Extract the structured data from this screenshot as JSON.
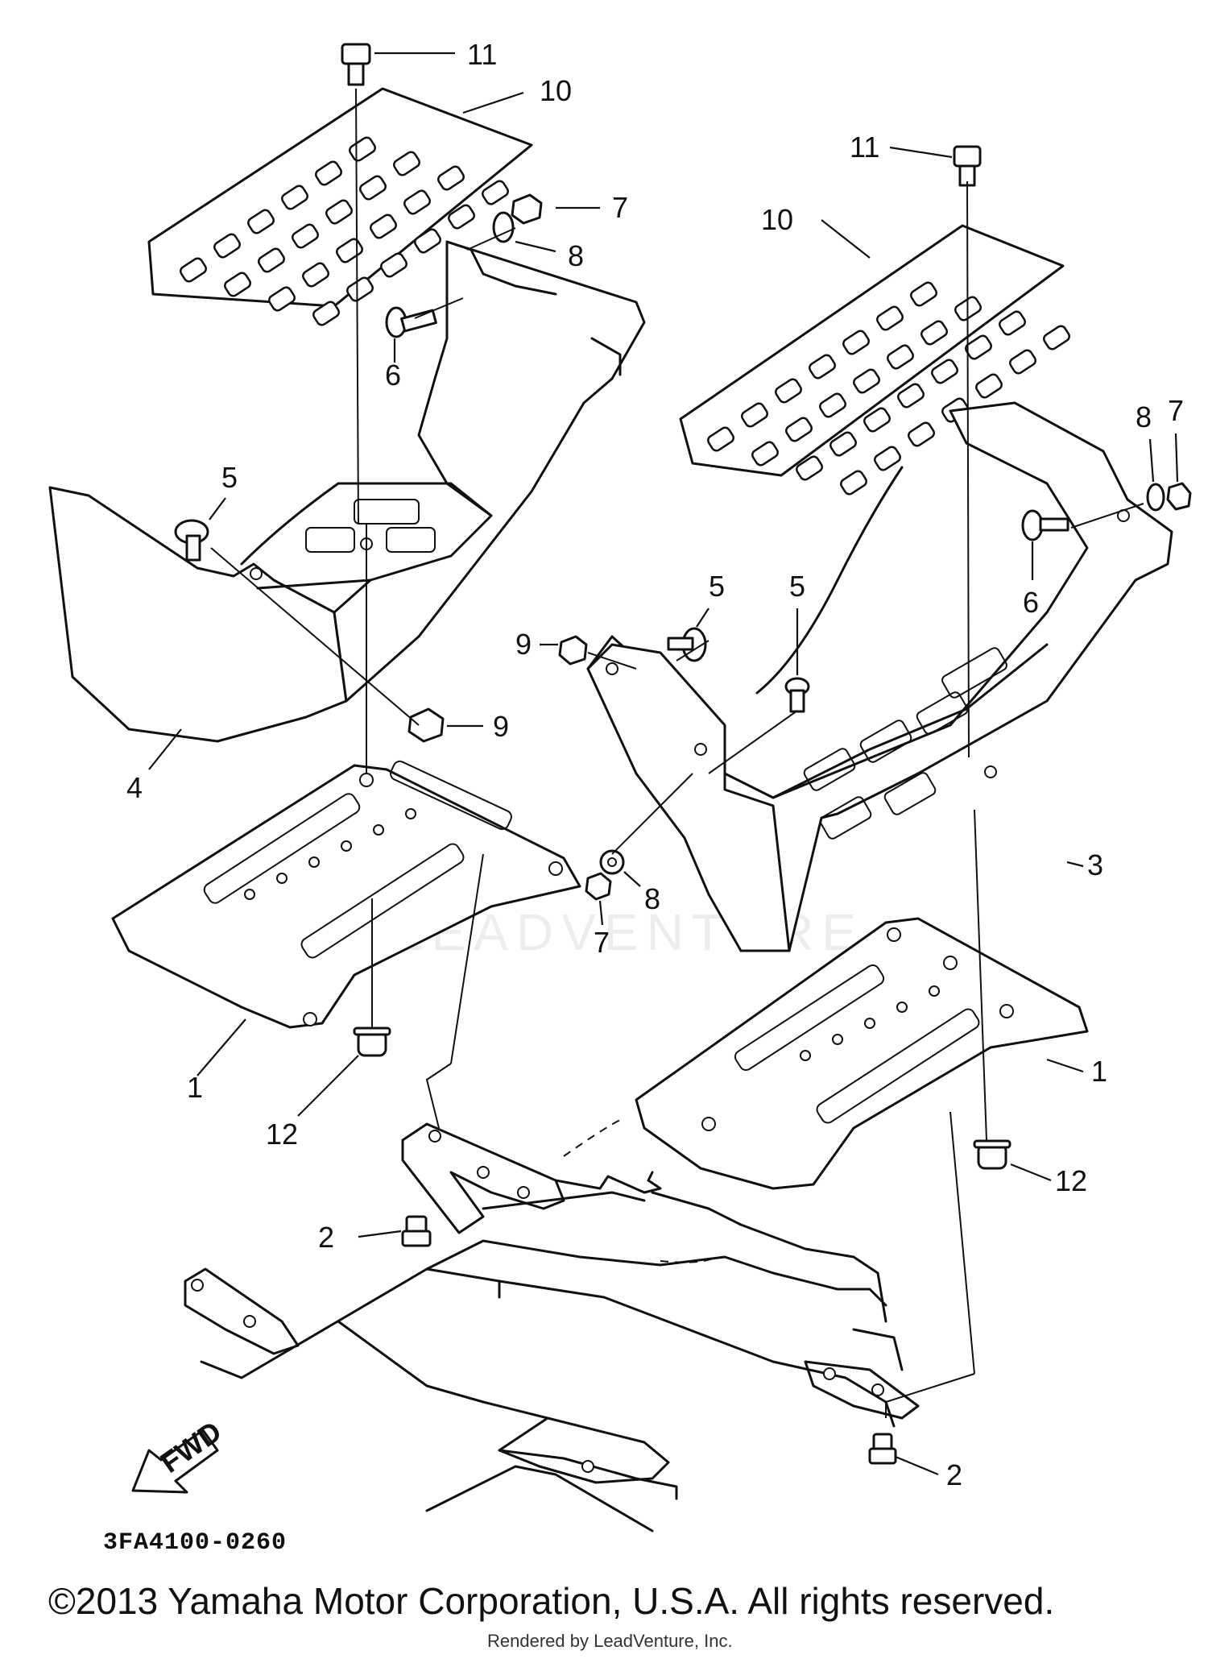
{
  "diagram": {
    "callouts": [
      {
        "label": "11",
        "part": "bolt-top-left"
      },
      {
        "label": "10",
        "part": "footrest-pad-left"
      },
      {
        "label": "7",
        "part": "nut-upper-left"
      },
      {
        "label": "8",
        "part": "washer-upper-left"
      },
      {
        "label": "6",
        "part": "bolt-left-guard"
      },
      {
        "label": "5",
        "part": "bolt-left-guard-front"
      },
      {
        "label": "9",
        "part": "nut-left-guard"
      },
      {
        "label": "4",
        "part": "footrest-guard-left"
      },
      {
        "label": "1",
        "part": "footrest-bracket-left"
      },
      {
        "label": "12",
        "part": "grommet-left"
      },
      {
        "label": "2",
        "part": "bolt-left-frame"
      },
      {
        "label": "11",
        "part": "bolt-top-right"
      },
      {
        "label": "10",
        "part": "footrest-pad-right"
      },
      {
        "label": "8",
        "part": "washer-upper-right"
      },
      {
        "label": "7",
        "part": "nut-upper-right"
      },
      {
        "label": "6",
        "part": "bolt-right-guard"
      },
      {
        "label": "5",
        "part": "bolt-right-guard-a"
      },
      {
        "label": "5",
        "part": "bolt-right-guard-b"
      },
      {
        "label": "9",
        "part": "nut-right-guard"
      },
      {
        "label": "8",
        "part": "washer-lower-right"
      },
      {
        "label": "7",
        "part": "nut-lower-right"
      },
      {
        "label": "3",
        "part": "footrest-guard-right"
      },
      {
        "label": "1",
        "part": "footrest-bracket-right"
      },
      {
        "label": "12",
        "part": "grommet-right"
      },
      {
        "label": "2",
        "part": "bolt-right-frame"
      }
    ],
    "fwd_label": "FWD",
    "part_code": "3FA4100-0260",
    "watermark": "LEADVENTURE"
  },
  "footer": {
    "copyright": "©2013 Yamaha Motor Corporation, U.S.A. All rights reserved.",
    "rendered_by": "Rendered by LeadVenture, Inc."
  }
}
